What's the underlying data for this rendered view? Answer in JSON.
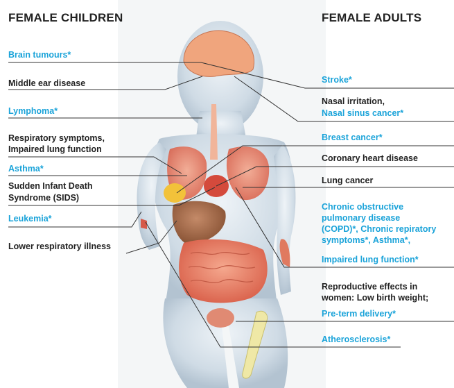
{
  "headers": {
    "left": "FEMALE CHILDREN",
    "right": "FEMALE ADULTS"
  },
  "left_labels": [
    {
      "id": "brain",
      "lines": [
        "Brain tumours*"
      ],
      "color": "#1aa3d9"
    },
    {
      "id": "ear",
      "lines": [
        "Middle ear disease"
      ],
      "color": "#222222"
    },
    {
      "id": "lymphoma",
      "lines": [
        "Lymphoma*"
      ],
      "color": "#1aa3d9"
    },
    {
      "id": "resp",
      "lines": [
        "Respiratory symptoms,",
        "Impaired lung function"
      ],
      "color": "#222222"
    },
    {
      "id": "asthma",
      "lines": [
        "Asthma*"
      ],
      "color": "#1aa3d9"
    },
    {
      "id": "sids",
      "lines": [
        "Sudden Infant Death",
        "Syndrome (SIDS)"
      ],
      "color": "#222222"
    },
    {
      "id": "leukemia",
      "lines": [
        "Leukemia*"
      ],
      "color": "#1aa3d9"
    },
    {
      "id": "lower",
      "lines": [
        "Lower respiratory illness"
      ],
      "color": "#222222"
    }
  ],
  "right_labels": {
    "stroke": "Stroke*",
    "nasal_irritation": "Nasal irritation,",
    "nasal_sinus": "Nasal sinus cancer*",
    "breast": "Breast cancer*",
    "coronary": "Coronary heart disease",
    "lung": "Lung cancer",
    "copd": [
      "Chronic obstructive",
      "pulmonary disease",
      "(COPD)*, Chronic repiratory",
      "symptoms*, Asthma*,",
      "Impaired lung function*"
    ],
    "repro": [
      "Reproductive effects in",
      "women: Low birth weight;"
    ],
    "preterm": "Pre-term delivery*",
    "athero": "Atherosclerosis*"
  },
  "colors": {
    "highlight": "#1aa3d9",
    "text": "#222222",
    "leader": "#333333",
    "body": "#cdd9e3",
    "organ": "#e2735a"
  }
}
